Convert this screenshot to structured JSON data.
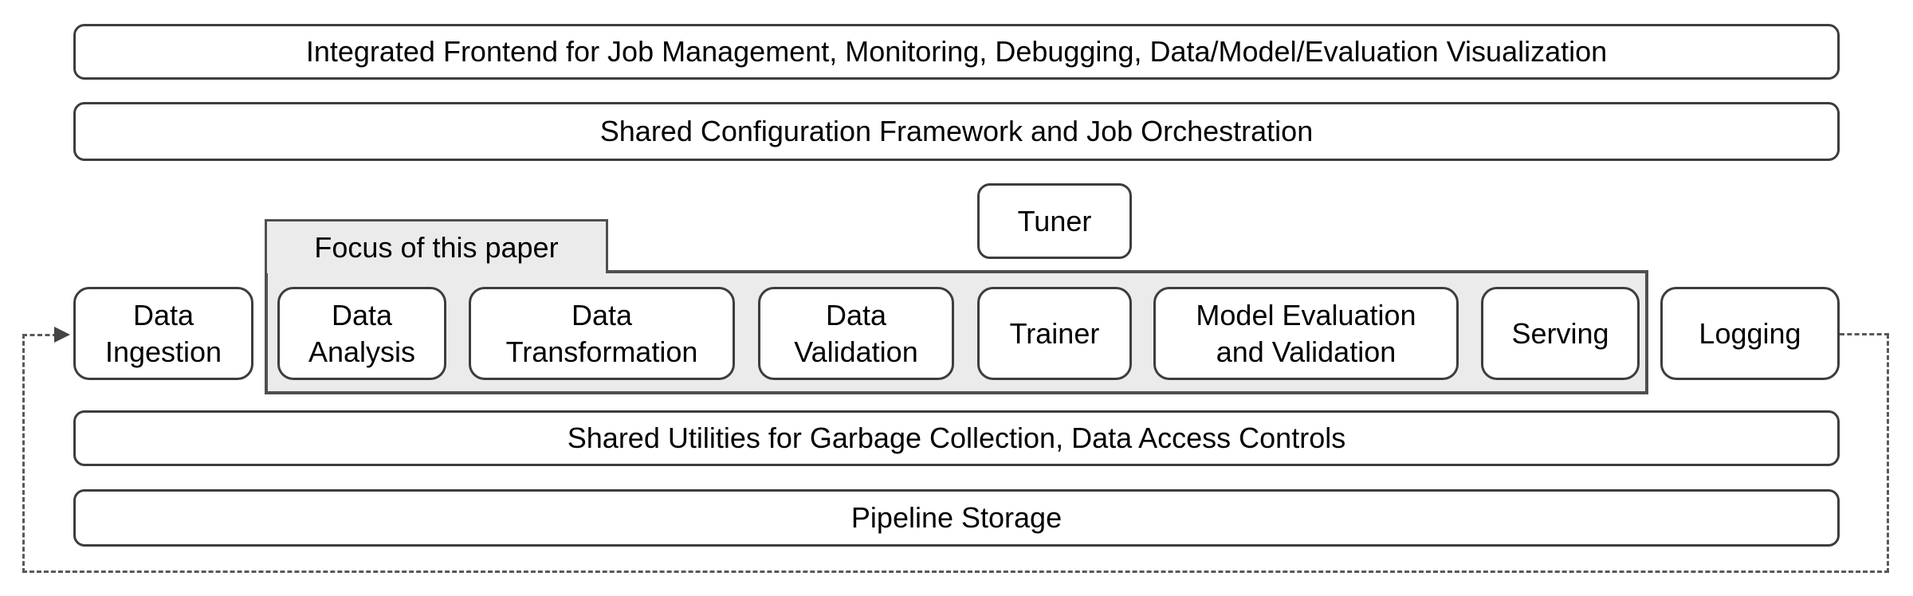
{
  "bars": {
    "frontend": "Integrated Frontend for Job Management, Monitoring, Debugging, Data/Model/Evaluation Visualization",
    "orchestration": "Shared Configuration Framework and Job Orchestration",
    "utilities": "Shared Utilities for Garbage Collection, Data Access Controls",
    "storage": "Pipeline Storage"
  },
  "focus_group": {
    "label": "Focus of this paper"
  },
  "tuner": {
    "label": "Tuner"
  },
  "components": [
    {
      "id": "data-ingestion",
      "label": "Data\nIngestion",
      "in_focus_group": false
    },
    {
      "id": "data-analysis",
      "label": "Data\nAnalysis",
      "in_focus_group": true
    },
    {
      "id": "data-transformation",
      "label": "Data\nTransformation",
      "in_focus_group": true
    },
    {
      "id": "data-validation",
      "label": "Data\nValidation",
      "in_focus_group": true
    },
    {
      "id": "trainer",
      "label": "Trainer",
      "in_focus_group": true
    },
    {
      "id": "model-evaluation",
      "label": "Model Evaluation\nand Validation",
      "in_focus_group": true
    },
    {
      "id": "serving",
      "label": "Serving",
      "in_focus_group": true
    },
    {
      "id": "logging",
      "label": "Logging",
      "in_focus_group": false
    }
  ],
  "feedback_loop": {
    "description": "dashed line from Logging around the bottom back into Data Ingestion",
    "arrow_target": "Data Ingestion"
  },
  "colors": {
    "background": "#ffffff",
    "box_fill": "#ffffff",
    "box_border": "#3d3d3d",
    "focus_container_fill": "#ebebeb",
    "focus_container_border": "#4f4f4f",
    "dashed_line": "#595959",
    "text": "#000000"
  }
}
